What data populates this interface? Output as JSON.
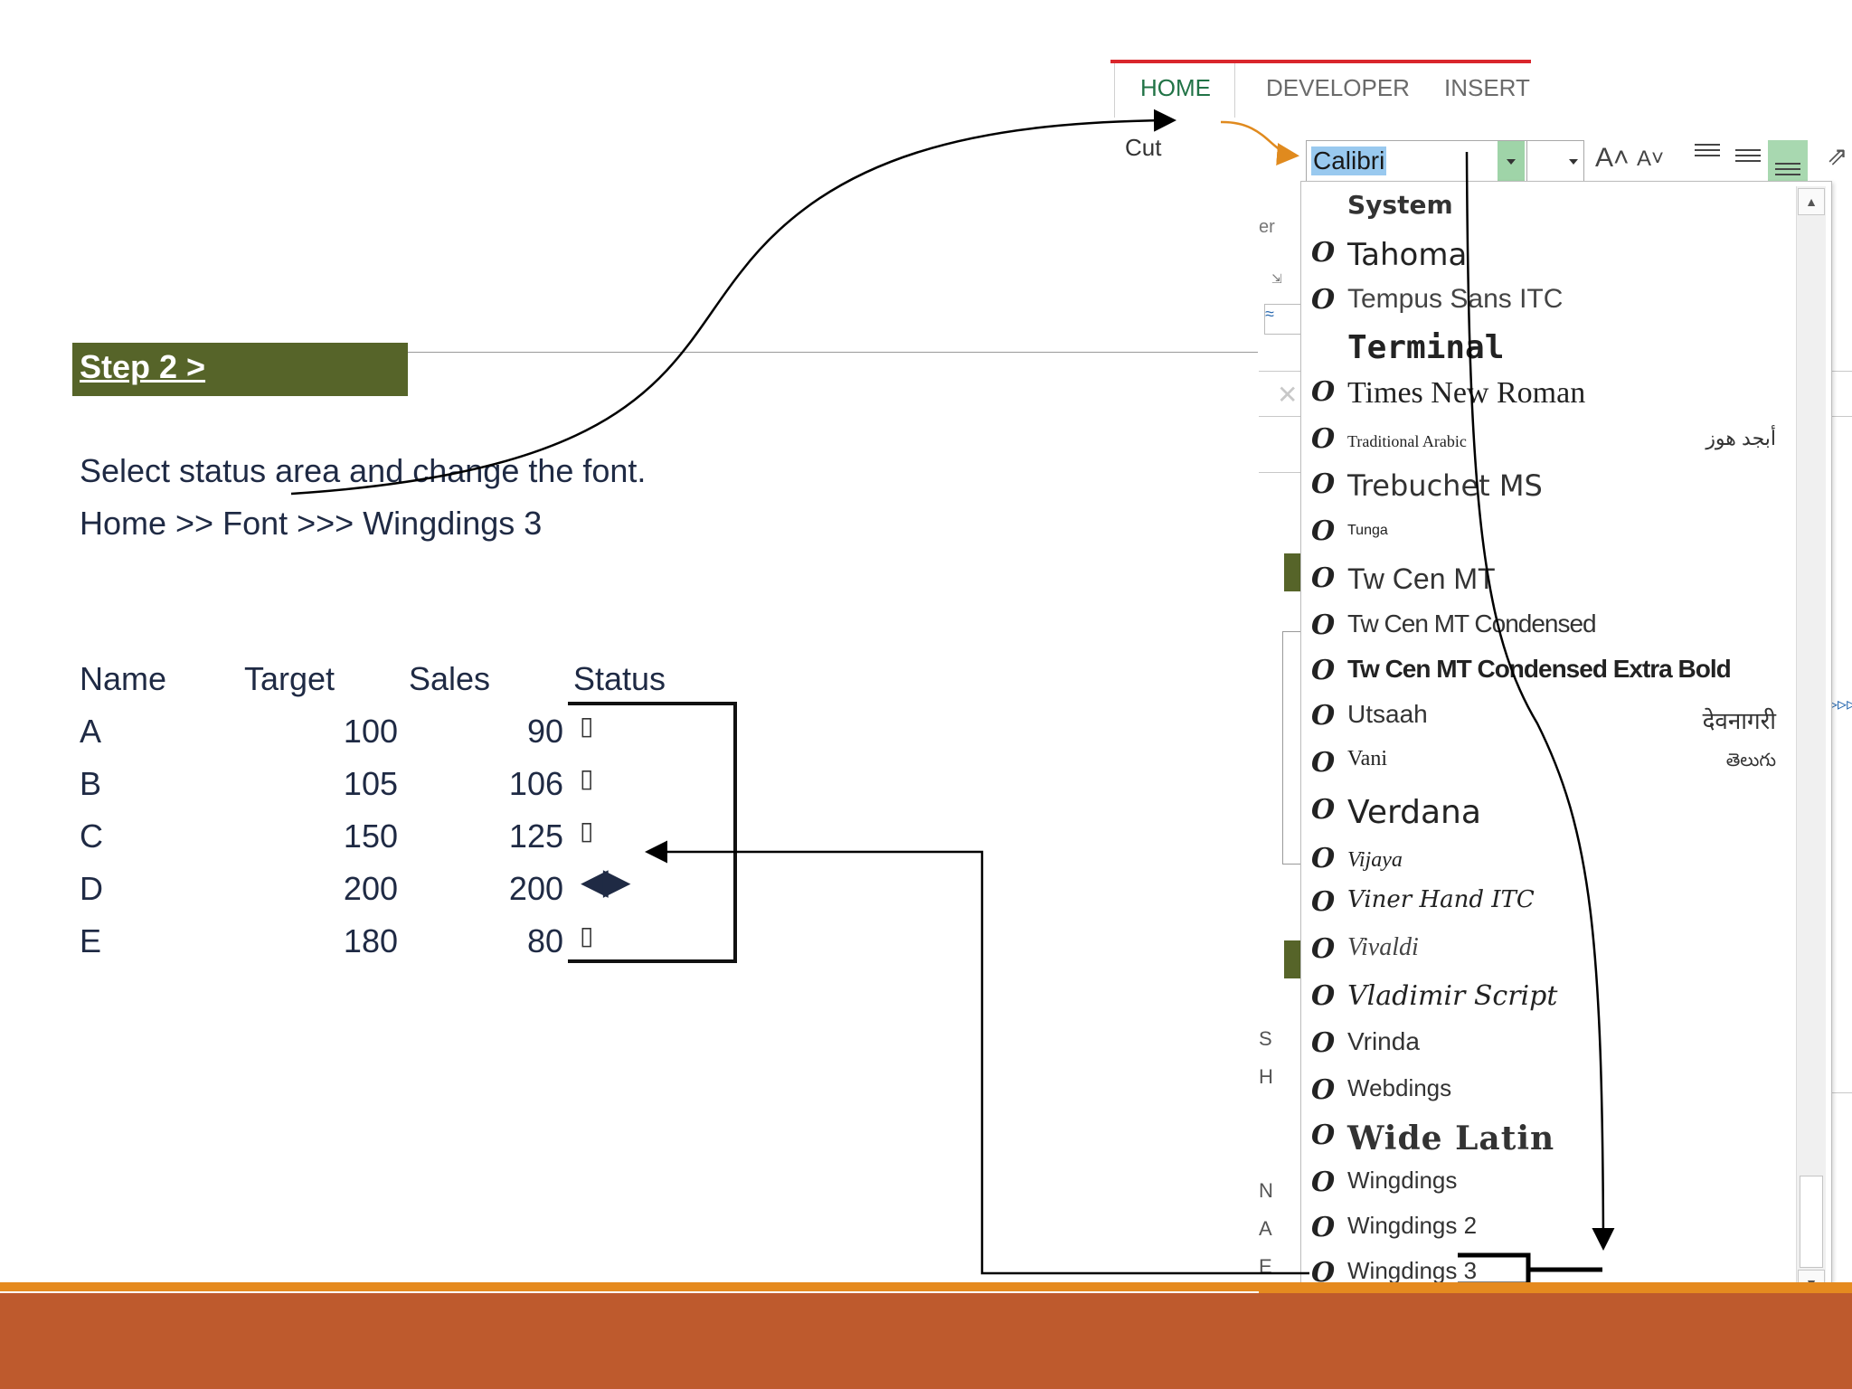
{
  "slide": {
    "step_label": "Step 2 >",
    "instruction_1": "Select status area and change the font.",
    "instruction_2": "Home >> Font >>>  Wingdings 3"
  },
  "table": {
    "headers": [
      "Name",
      "Target",
      "Sales",
      "Status"
    ],
    "rows": [
      {
        "name": "A",
        "target": "100",
        "sales": "90",
        "status": "▯"
      },
      {
        "name": "B",
        "target": "105",
        "sales": "106",
        "status": "▯"
      },
      {
        "name": "C",
        "target": "150",
        "sales": "125",
        "status": "▯"
      },
      {
        "name": "D",
        "target": "200",
        "sales": "200",
        "status": "◀▶"
      },
      {
        "name": "E",
        "target": "180",
        "sales": "80",
        "status": "▯"
      }
    ]
  },
  "ribbon": {
    "tabs": [
      "HOME",
      "DEVELOPER",
      "INSERT"
    ],
    "active_tab": "HOME",
    "cut_label": "Cut",
    "font_value": "Calibri",
    "grow_font": "A˄",
    "shrink_font": "A˅"
  },
  "font_list": [
    {
      "name": "System",
      "sample": "",
      "icon": false
    },
    {
      "name": "Tahoma",
      "sample": "",
      "icon": true
    },
    {
      "name": "Tempus Sans ITC",
      "sample": "",
      "icon": true
    },
    {
      "name": "Terminal",
      "sample": "",
      "icon": false
    },
    {
      "name": "Times New Roman",
      "sample": "",
      "icon": true
    },
    {
      "name": "Traditional Arabic",
      "sample": "أبجد هوز",
      "icon": true
    },
    {
      "name": "Trebuchet MS",
      "sample": "",
      "icon": true
    },
    {
      "name": "Tunga",
      "sample": "",
      "icon": true
    },
    {
      "name": "Tw Cen MT",
      "sample": "",
      "icon": true
    },
    {
      "name": "Tw Cen MT Condensed",
      "sample": "",
      "icon": true
    },
    {
      "name": "Tw Cen MT Condensed Extra Bold",
      "sample": "",
      "icon": true
    },
    {
      "name": "Utsaah",
      "sample": "देवनागरी",
      "icon": true
    },
    {
      "name": "Vani",
      "sample": "తెలుగు",
      "icon": true
    },
    {
      "name": "Verdana",
      "sample": "",
      "icon": true
    },
    {
      "name": "Vijaya",
      "sample": "",
      "icon": true
    },
    {
      "name": "Viner Hand ITC",
      "sample": "",
      "icon": true
    },
    {
      "name": "Vivaldi",
      "sample": "",
      "icon": true
    },
    {
      "name": "Vladimir Script",
      "sample": "",
      "icon": true
    },
    {
      "name": "Vrinda",
      "sample": "",
      "icon": true
    },
    {
      "name": "Webdings",
      "sample": "",
      "icon": true
    },
    {
      "name": "Wide Latin",
      "sample": "",
      "icon": true
    },
    {
      "name": "Wingdings",
      "sample": "",
      "icon": true
    },
    {
      "name": "Wingdings 2",
      "sample": "",
      "icon": true
    },
    {
      "name": "Wingdings 3",
      "sample": "",
      "icon": true
    }
  ],
  "colors": {
    "step_banner": "#566429",
    "bottom_band": "#be5a2d",
    "orange_line": "#e58a1f",
    "home_tab": "#217346",
    "tab_top_border": "#d9262c",
    "selection": "#99c9ef"
  },
  "icons": {
    "truetype": "truetype-font-icon",
    "dropdown": "chevron-down-icon",
    "scroll_up": "scroll-up-icon",
    "scroll_down": "scroll-down-icon"
  }
}
